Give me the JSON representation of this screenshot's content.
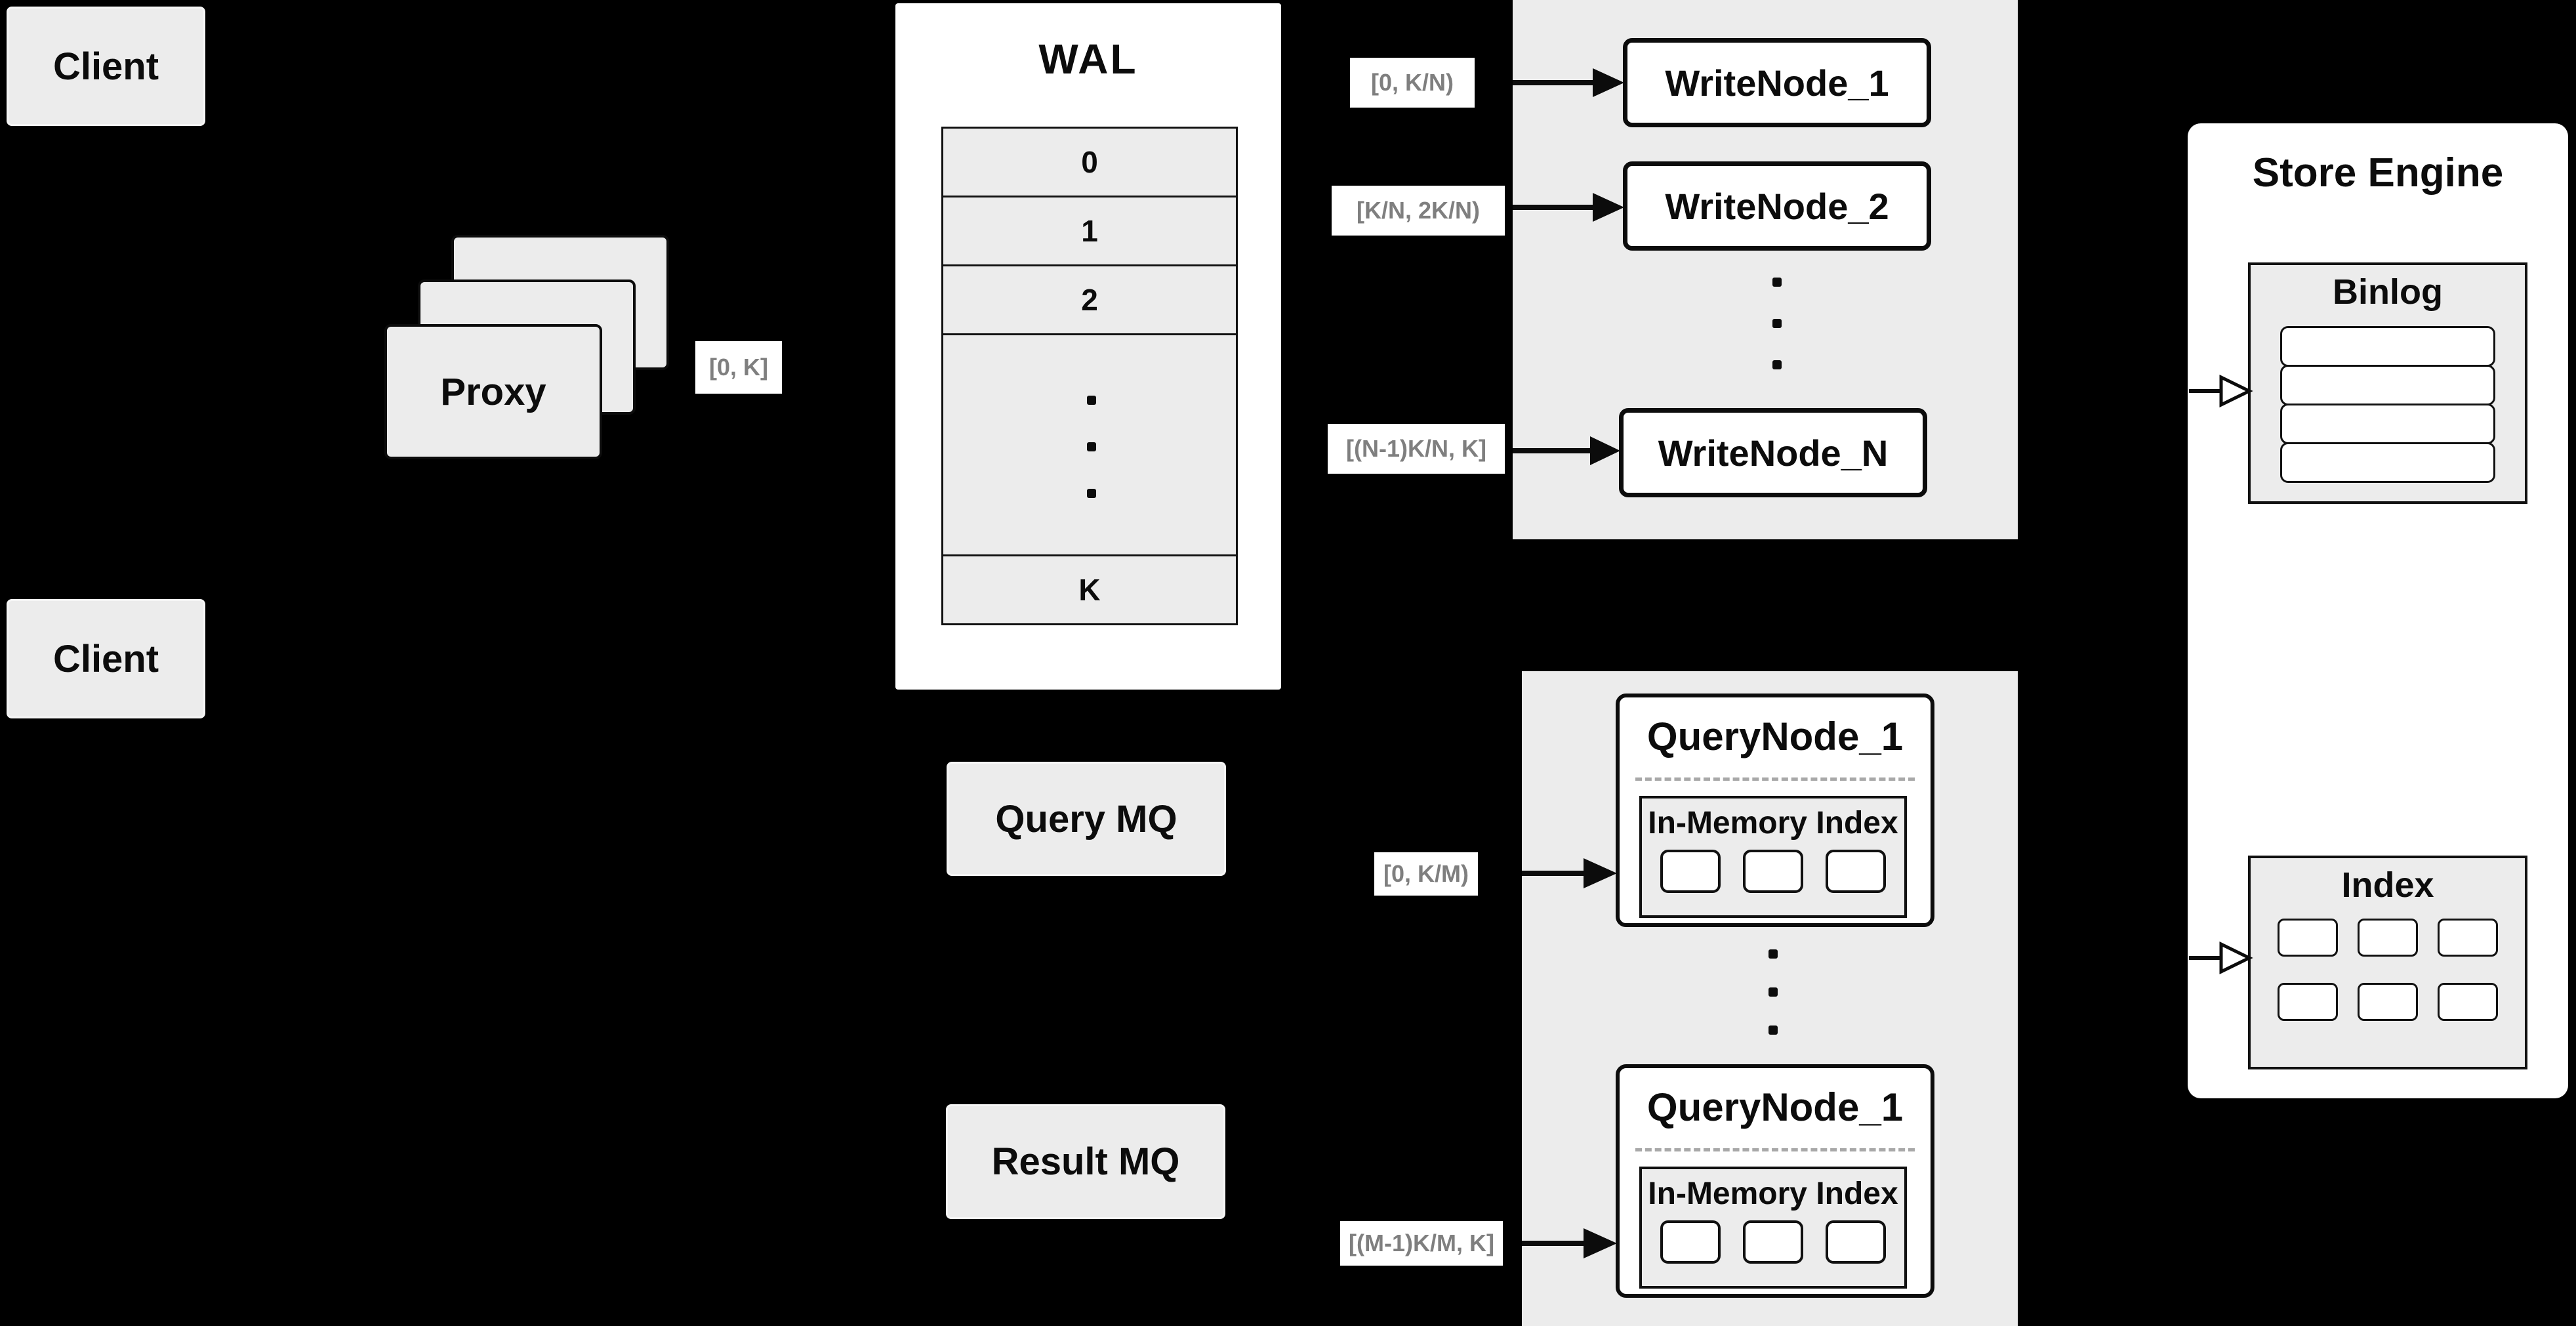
{
  "colors": {
    "background": "#000000",
    "panel_gray": "#ececec",
    "node_fill": "#ffffff",
    "line_black": "#0c0c0c",
    "range_text_gray": "#7f7f7f"
  },
  "clients": {
    "top_label": "Client",
    "bottom_label": "Client"
  },
  "proxy": {
    "label": "Proxy"
  },
  "ranges": {
    "proxy_out": "[0, K]",
    "write_1": "[0, K/N)",
    "write_2": "[K/N, 2K/N)",
    "write_n": "[(N-1)K/N, K]",
    "query_1": "[0, K/M)",
    "query_m": "[(M-1)K/M, K]"
  },
  "wal": {
    "title": "WAL",
    "rows": [
      "0",
      "1",
      "2",
      "K"
    ]
  },
  "write_nodes": {
    "items": [
      "WriteNode_1",
      "WriteNode_2",
      "WriteNode_N"
    ]
  },
  "mq": {
    "query": "Query MQ",
    "result": "Result MQ"
  },
  "query_nodes": {
    "items": [
      {
        "title": "QueryNode_1",
        "index_label": "In-Memory Index"
      },
      {
        "title": "QueryNode_1",
        "index_label": "In-Memory Index"
      }
    ]
  },
  "store_engine": {
    "title": "Store Engine",
    "binlog_label": "Binlog",
    "index_label": "Index"
  }
}
